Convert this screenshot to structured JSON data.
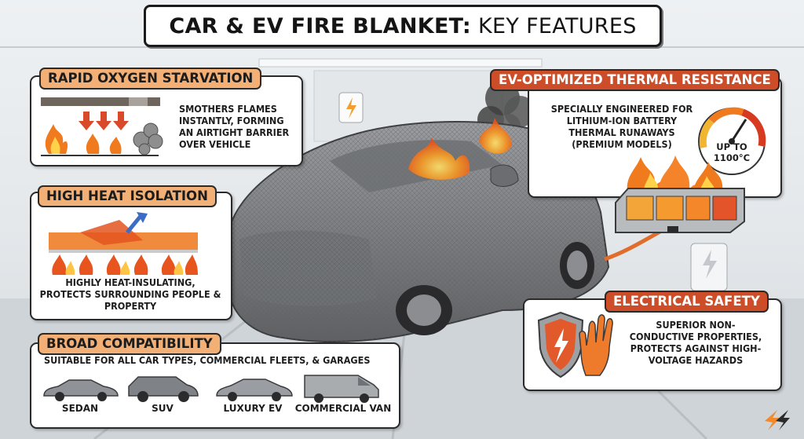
{
  "title": {
    "main": "CAR & EV FIRE BLANKET:",
    "sub": "KEY FEATURES"
  },
  "features": {
    "oxygen": {
      "label": "RAPID OXYGEN STARVATION",
      "text": "SMOTHERS FLAMES INSTANTLY, FORMING AN AIRTIGHT BARRIER OVER VEHICLE",
      "icon": "smoke-flame-icon"
    },
    "heat": {
      "label": "HIGH HEAT ISOLATION",
      "text": "HIGHLY HEAT-INSULATING, PROTECTS SURROUNDING PEOPLE & PROPERTY",
      "icon": "heat-reflect-icon"
    },
    "compat": {
      "label": "BROAD COMPATIBILITY",
      "text": "SUITABLE FOR ALL CAR TYPES, COMMERCIAL FLEETS, & GARAGES",
      "vehicles": [
        "SEDAN",
        "SUV",
        "LUXURY EV",
        "COMMERCIAL VAN"
      ]
    },
    "thermal": {
      "label": "EV-OPTIMIZED THERMAL RESISTANCE",
      "text": "SPECIALLY ENGINEERED FOR LITHIUM-ION BATTERY THERMAL RUNAWAYS (PREMIUM MODELS)",
      "gauge_text": "UP TO 1100°C",
      "icon": "temperature-gauge-icon"
    },
    "electrical": {
      "label": "ELECTRICAL SAFETY",
      "text": "SUPERIOR NON-CONDUCTIVE PROPERTIES, PROTECTS AGAINST HIGH-VOLTAGE HAZARDS",
      "icon": "shield-glove-icon"
    }
  },
  "colors": {
    "accent_orange": "#f2b076",
    "accent_red": "#cd4d29",
    "flame": "#f07a1e",
    "blanket": "#7b7d80"
  }
}
